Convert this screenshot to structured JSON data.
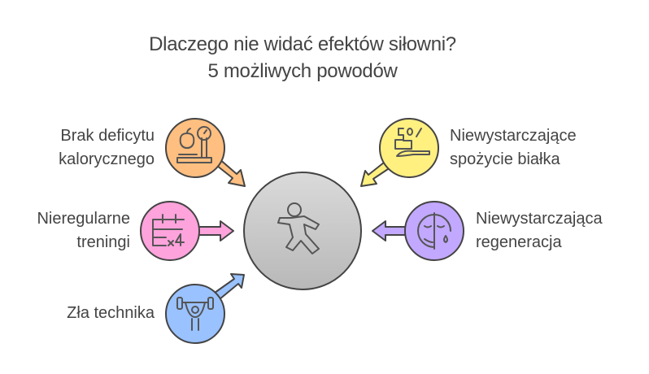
{
  "title": {
    "line1": "Dlaczego nie widać efektów siłowni?",
    "line2": "5 możliwych powodów"
  },
  "center": {
    "icon": "running-person-icon",
    "color": "#C8C8C8"
  },
  "reasons": [
    {
      "line1": "Brak deficytu",
      "line2": "kalorycznego",
      "icon": "scale-apple-icon",
      "color": "#FFBF80"
    },
    {
      "line1": "Nieregularne",
      "line2": "treningi",
      "icon": "calendar-x4-icon",
      "color": "#FFA3DC"
    },
    {
      "line1": "Zła technika",
      "icon": "weightlifter-icon",
      "color": "#99C2FF"
    },
    {
      "line1": "Niewystarczające",
      "line2": "spożycie białka",
      "icon": "protein-spoon-icon",
      "color": "#FFF080"
    },
    {
      "line1": "Niewystarczająca",
      "line2": "regeneracja",
      "icon": "tired-face-icon",
      "color": "#C2A8FF"
    }
  ]
}
